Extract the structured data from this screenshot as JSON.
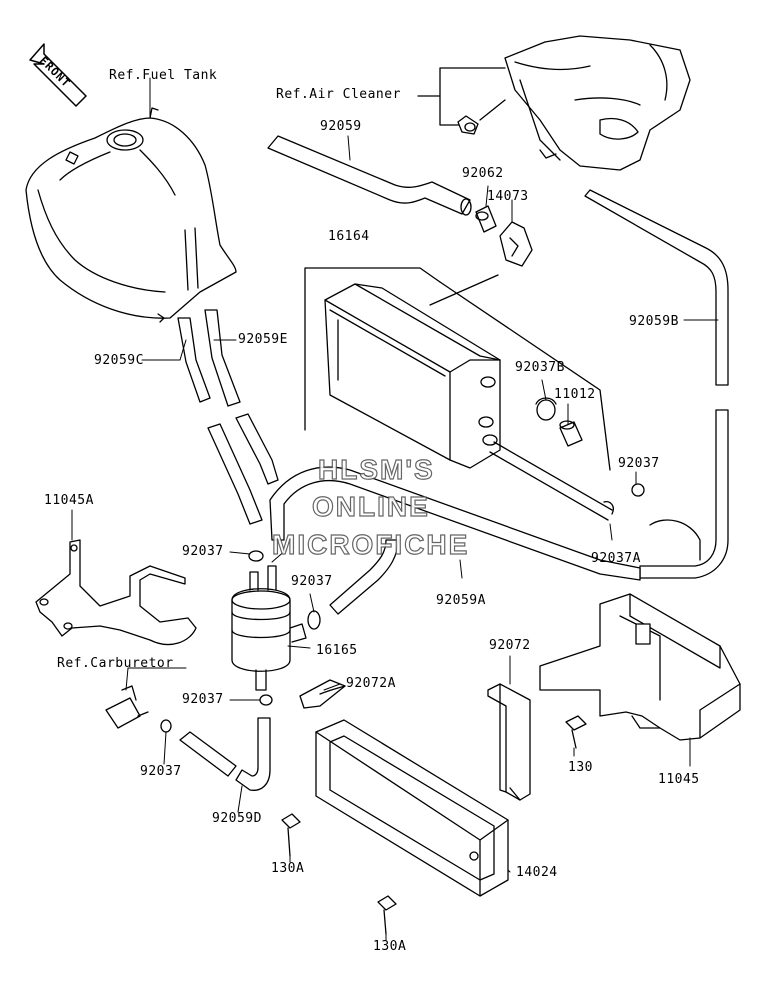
{
  "front_arrow": {
    "label": "FRONT"
  },
  "watermark": {
    "line1": "HLSM'S",
    "line2": "ONLINE",
    "line3": "MICROFICHE"
  },
  "parts": {
    "ref_fuel_tank": "Ref.Fuel Tank",
    "ref_air_cleaner": "Ref.Air Cleaner",
    "ref_carburetor": "Ref.Carburetor",
    "p92059": "92059",
    "p92062": "92062",
    "p14073": "14073",
    "p16164": "16164",
    "p92059B": "92059B",
    "p92059C": "92059C",
    "p92059E": "92059E",
    "p92037B": "92037B",
    "p11012": "11012",
    "p92037_a": "92037",
    "p92037A": "92037A",
    "p11045A": "11045A",
    "p92037_b": "92037",
    "p92037_c": "92037",
    "p92037_d": "92037",
    "p92037_e": "92037",
    "p92059A": "92059A",
    "p16165": "16165",
    "p92072": "92072",
    "p92072A": "92072A",
    "p130": "130",
    "p11045": "11045",
    "p92059D": "92059D",
    "p130A_a": "130A",
    "p14024": "14024",
    "p130A_b": "130A"
  }
}
